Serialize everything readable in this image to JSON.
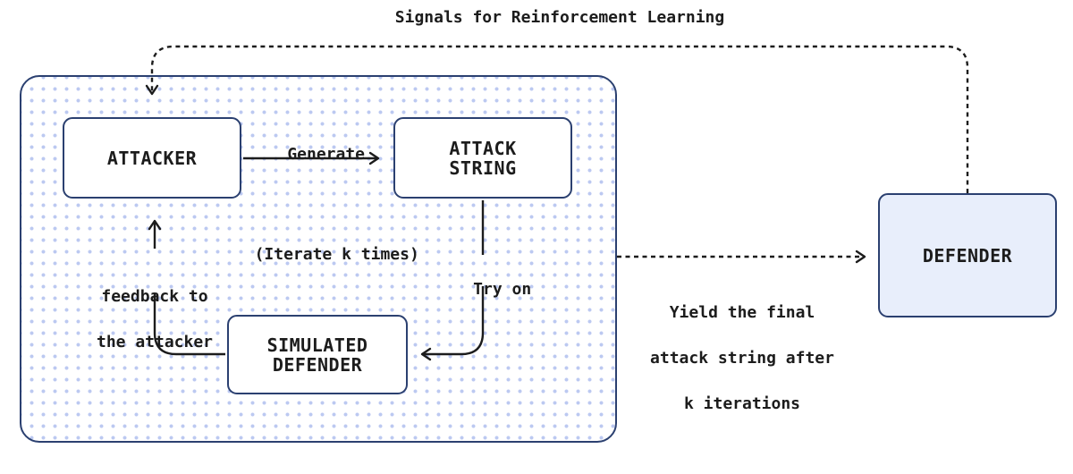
{
  "diagram": {
    "title": "Signals for Reinforcement Learning",
    "nodes": {
      "attacker": {
        "label": "ATTACKER"
      },
      "attack_string": {
        "line1": "ATTACK",
        "line2": "STRING"
      },
      "simulated_defender": {
        "line1": "SIMULATED",
        "line2": "DEFENDER"
      },
      "defender": {
        "label": "DEFENDER"
      }
    },
    "edges": {
      "generate": "Generate",
      "iterate_note": "(Iterate k times)",
      "try_on": "Try on",
      "feedback": {
        "line1": "feedback to",
        "line2": "the attacker"
      },
      "yield": {
        "line1": "Yield the final",
        "line2": "attack string after",
        "line3": "k iterations"
      }
    },
    "colors": {
      "border": "#2b4070",
      "defender_fill": "#e8eefb",
      "dot": "#bcc9f1",
      "line": "#1c1c1c",
      "text": "#1c1c1c"
    }
  }
}
